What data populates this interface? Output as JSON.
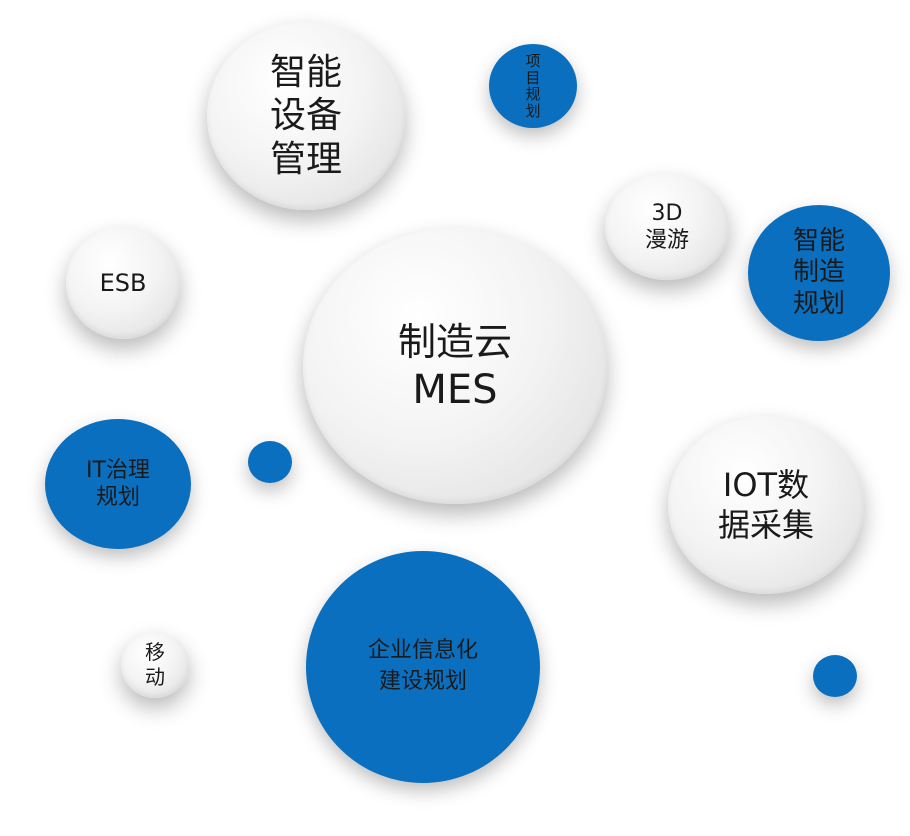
{
  "colors": {
    "blue": "#0a6fbf",
    "white": "#f0f0f0",
    "text": "#1a1a1a"
  },
  "nodes": {
    "smart_device": {
      "label": "智能\n设备\n管理"
    },
    "project_plan": {
      "label": "项目规划"
    },
    "esb": {
      "label": "ESB"
    },
    "tour_3d": {
      "label": "3D\n漫游"
    },
    "smart_mfg": {
      "label": "智能\n制造\n规划"
    },
    "center": {
      "label_line1": "制造云",
      "label_line2": "MES"
    },
    "it_gov": {
      "label": "IT治理\n规划"
    },
    "iot": {
      "label": "IOT数\n据采集"
    },
    "enterprise": {
      "label": "企业信息化\n建设规划"
    },
    "mobile": {
      "label": "移\n动"
    }
  }
}
